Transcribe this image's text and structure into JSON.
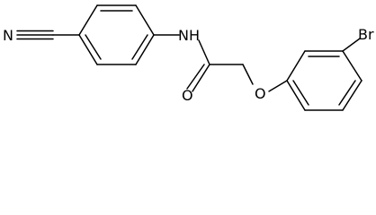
{
  "molecule": {
    "atom_labels": {
      "nitrogen_nitrile": "N",
      "amide_nh": "NH",
      "carbonyl_oxygen": "O",
      "ether_oxygen": "O",
      "bromine": "Br"
    }
  }
}
